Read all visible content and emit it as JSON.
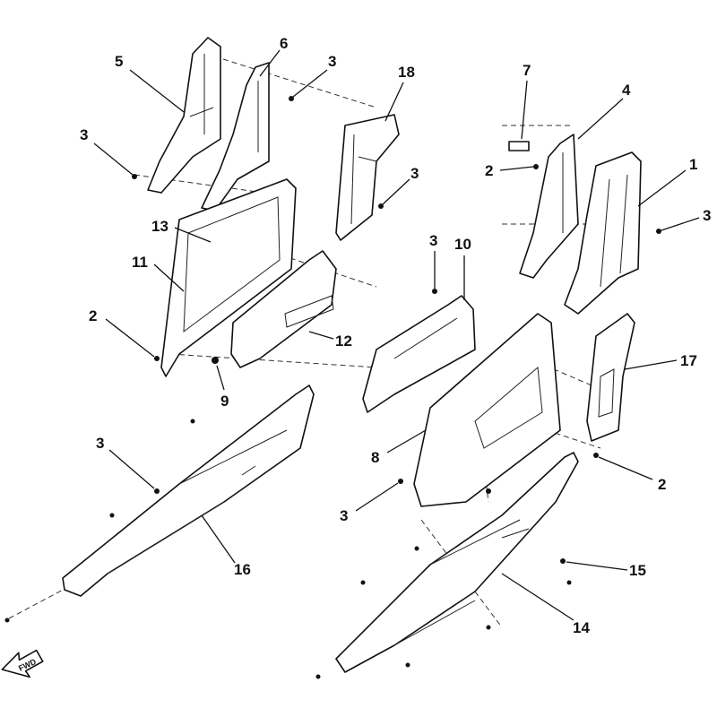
{
  "diagram": {
    "callouts": [
      "5",
      "6",
      "3",
      "18",
      "7",
      "4",
      "1",
      "3",
      "3",
      "2",
      "3",
      "13",
      "11",
      "3",
      "10",
      "2",
      "12",
      "9",
      "17",
      "8",
      "2",
      "3",
      "3",
      "16",
      "15",
      "14"
    ],
    "direction_label": "FWD"
  }
}
